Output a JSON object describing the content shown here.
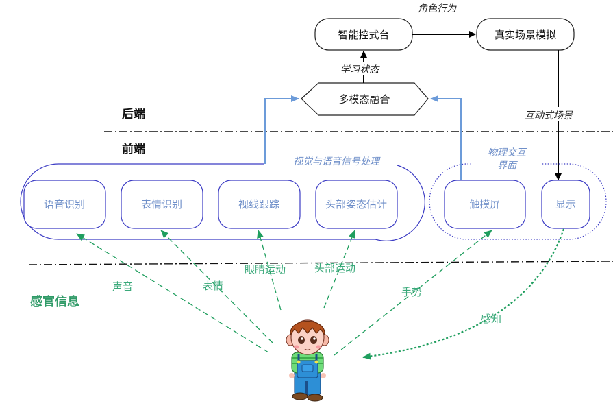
{
  "zones": {
    "backend": "后端",
    "frontend": "前端",
    "sensory": "感官信息"
  },
  "backend_nodes": {
    "controller": "智能控式台",
    "simulation": "真实场景模拟",
    "fusion": "多模态融合"
  },
  "edge_labels": {
    "role_behavior": "角色行为",
    "learning_state": "学习状态",
    "interactive_scene": "互动式场景"
  },
  "groups": {
    "vision_speech": "视觉与语音信号处理",
    "physical_interface_line1": "物理交互",
    "physical_interface_line2": "界面"
  },
  "frontend_modules": [
    {
      "label": "语音识别"
    },
    {
      "label": "表情识别"
    },
    {
      "label": "视线跟踪"
    },
    {
      "label": "头部姿态估计"
    }
  ],
  "interface_modules": {
    "touchscreen": "触摸屏",
    "display": "显示"
  },
  "sensory_signals": {
    "voice": "声音",
    "expression": "表情",
    "eye_movement": "眼睛运动",
    "head_movement": "头部运动",
    "gesture": "手势",
    "perception": "感知"
  },
  "colors": {
    "module_border": "#3b3bc4",
    "module_text": "#6f8fc9",
    "feedback_arrow": "#6c9bd9",
    "sensory_arrow": "#1f9e5e",
    "divider": "#111111"
  }
}
